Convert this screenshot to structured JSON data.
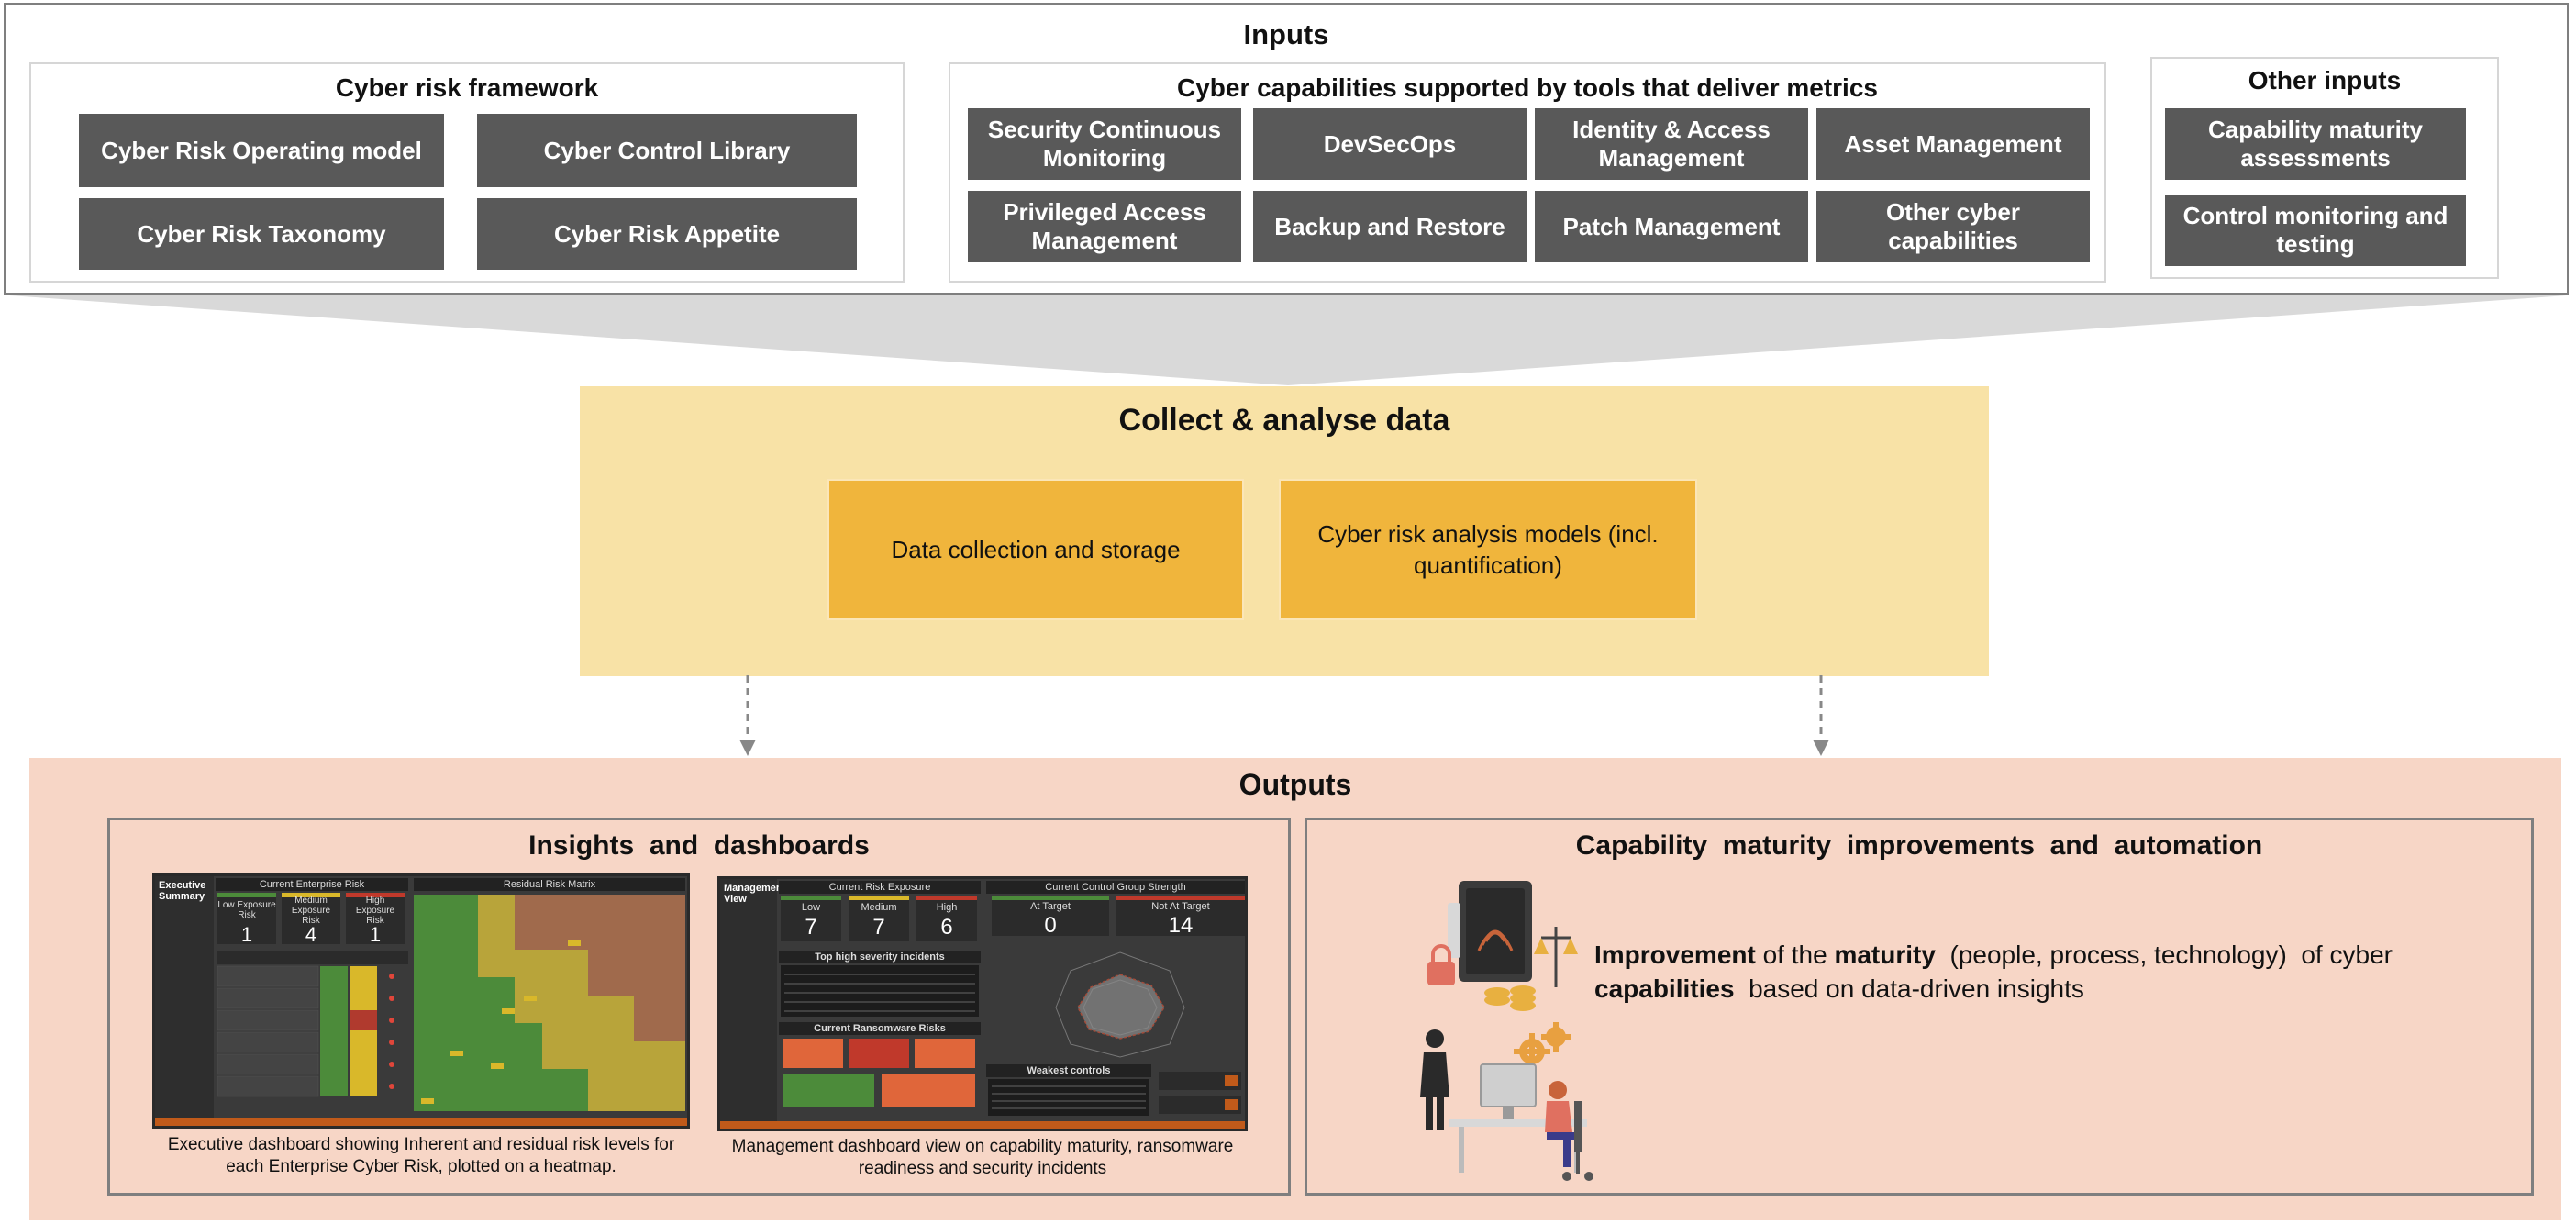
{
  "inputs": {
    "title": "Inputs",
    "framework": {
      "title": "Cyber risk framework",
      "items": [
        "Cyber Risk Operating model",
        "Cyber Control Library",
        "Cyber Risk Taxonomy",
        "Cyber Risk Appetite"
      ]
    },
    "capabilities": {
      "title": "Cyber capabilities supported by tools that deliver metrics",
      "items": [
        "Security Continuous Monitoring",
        "DevSecOps",
        "Identity & Access Management",
        "Asset Management",
        "Privileged Access Management",
        "Backup and Restore",
        "Patch Management",
        "Other cyber capabilities"
      ]
    },
    "other": {
      "title": "Other inputs",
      "items": [
        "Capability maturity assessments",
        "Control monitoring and testing"
      ]
    }
  },
  "collect": {
    "title": "Collect & analyse data",
    "items": [
      "Data collection and storage",
      "Cyber risk analysis models (incl. quantification)"
    ]
  },
  "outputs": {
    "title": "Outputs",
    "insights": {
      "title": "Insights  and  dashboards",
      "exec_caption": "Executive dashboard showing Inherent and residual risk levels for each Enterprise Cyber Risk, plotted on a heatmap.",
      "mgmt_caption": "Management dashboard view on capability maturity, ransomware readiness and security incidents",
      "exec_dash": {
        "side_title": "Executive Summary",
        "header_left": "Current Enterprise Risk",
        "header_right": "Residual Risk Matrix",
        "kpis": [
          {
            "label": "Low Exposure Risk",
            "value": "1"
          },
          {
            "label": "Medium Exposure Risk",
            "value": "4"
          },
          {
            "label": "High Exposure Risk",
            "value": "1"
          }
        ]
      },
      "mgmt_dash": {
        "side_title": "Management View",
        "header_left": "Current Risk Exposure",
        "header_right": "Current Control Group Strength",
        "kpis": [
          {
            "label": "Low",
            "value": "7"
          },
          {
            "label": "Medium",
            "value": "7"
          },
          {
            "label": "High",
            "value": "6"
          }
        ],
        "targets": [
          {
            "label": "At Target",
            "value": "0"
          },
          {
            "label": "Not At Target",
            "value": "14"
          }
        ],
        "incidents_title": "Top high severity incidents",
        "ransomware_title": "Current Ransomware Risks",
        "weakest_title": "Weakest controls"
      }
    },
    "capability": {
      "title": "Capability  maturity  improvements  and  automation",
      "text_parts": [
        {
          "t": "Improvement",
          "b": true
        },
        {
          "t": " of the ",
          "b": false
        },
        {
          "t": "maturity",
          "b": true
        },
        {
          "t": "  (people, process, technology)  of cyber ",
          "b": false
        },
        {
          "t": "capabilities",
          "b": true
        },
        {
          "t": "  based on data-driven insights",
          "b": false
        }
      ]
    }
  },
  "colors": {
    "box_gray": "#595959",
    "collect_bg": "#f8e2a6",
    "orange_box": "#f0b53c",
    "outputs_bg": "#f7d6c6"
  }
}
